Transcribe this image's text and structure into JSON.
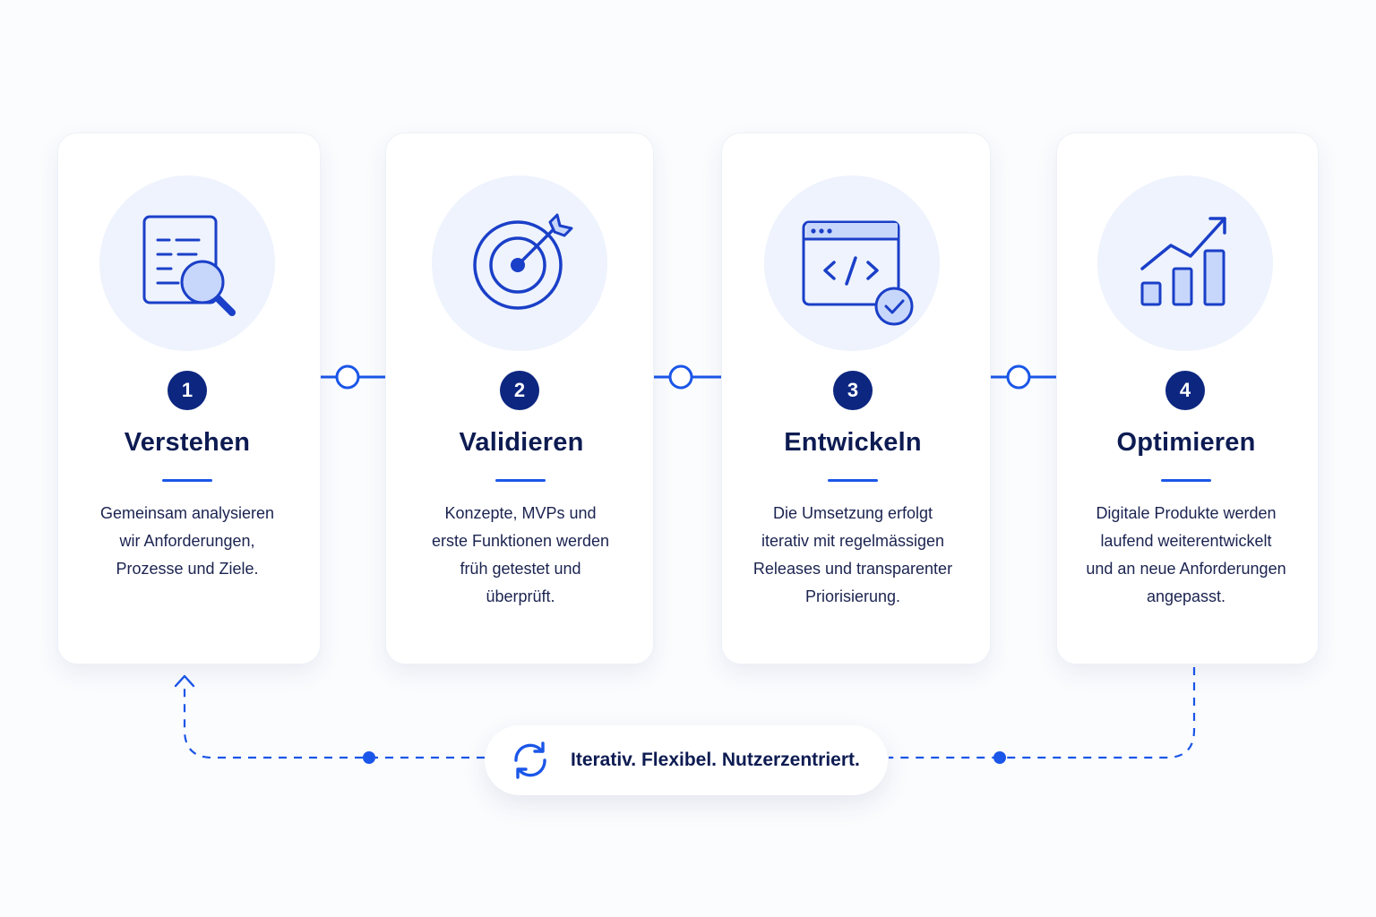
{
  "colors": {
    "accent": "#1a56e8",
    "navy": "#0d2680",
    "icon_bg": "#eef3fd",
    "text_dark": "#0d1b52"
  },
  "steps": [
    {
      "number": "1",
      "title": "Verstehen",
      "icon": "document-search-icon",
      "description": [
        "Gemeinsam analysieren",
        "wir Anforderungen,",
        "Prozesse und Ziele."
      ]
    },
    {
      "number": "2",
      "title": "Validieren",
      "icon": "target-arrow-icon",
      "description": [
        "Konzepte, MVPs und",
        "erste Funktionen werden",
        "früh getestet und",
        "überprüft."
      ]
    },
    {
      "number": "3",
      "title": "Entwickeln",
      "icon": "code-window-check-icon",
      "description": [
        "Die Umsetzung erfolgt",
        "iterativ mit regelmässigen",
        "Releases und transparenter",
        "Priorisierung."
      ]
    },
    {
      "number": "4",
      "title": "Optimieren",
      "icon": "growth-chart-icon",
      "description": [
        "Digitale Produkte werden",
        "laufend weiterentwickelt",
        "und an neue Anforderungen",
        "angepasst."
      ]
    }
  ],
  "loop": {
    "icon": "refresh-cycle-icon",
    "label": "Iterativ. Flexibel. Nutzerzentriert."
  }
}
